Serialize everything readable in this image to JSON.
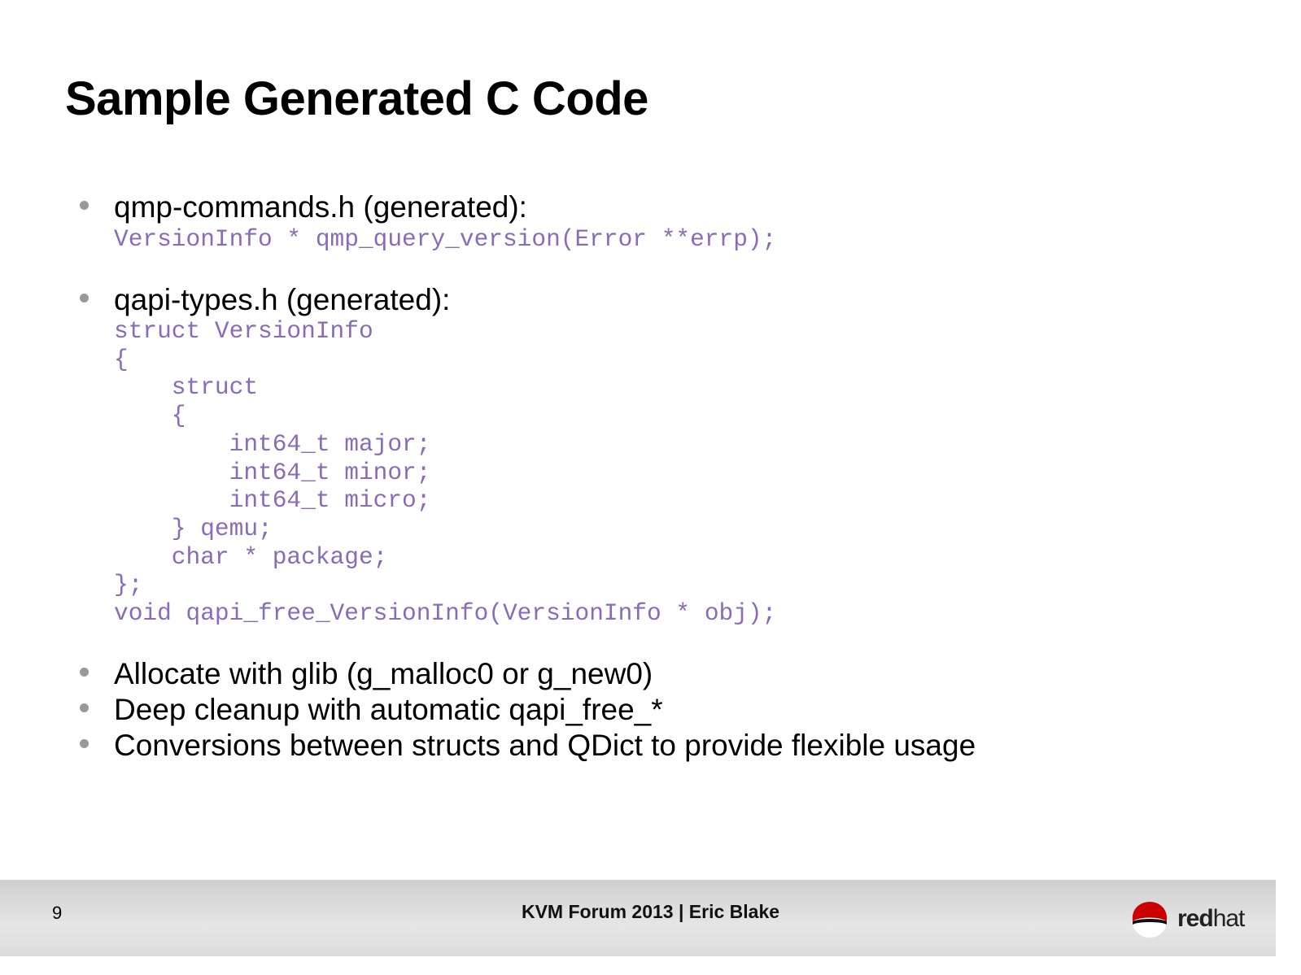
{
  "title": "Sample Generated C Code",
  "bullets": [
    {
      "text": "qmp-commands.h (generated):",
      "code": "VersionInfo * qmp_query_version(Error **errp);"
    },
    {
      "text": "qapi-types.h (generated):",
      "code": "struct VersionInfo\n{\n    struct\n    {\n        int64_t major;\n        int64_t minor;\n        int64_t micro;\n    } qemu;\n    char * package;\n};\nvoid qapi_free_VersionInfo(VersionInfo * obj);"
    },
    {
      "text": "Allocate with glib (g_malloc0 or g_new0)"
    },
    {
      "text": "Deep cleanup with automatic qapi_free_*"
    },
    {
      "text": "Conversions between structs and QDict to provide flexible usage"
    }
  ],
  "footer": {
    "page": "9",
    "text": "KVM Forum 2013 | Eric Blake",
    "logo_bold": "red",
    "logo_light": "hat"
  },
  "colors": {
    "code": "#8a6bb8",
    "bullet": "#999999"
  }
}
